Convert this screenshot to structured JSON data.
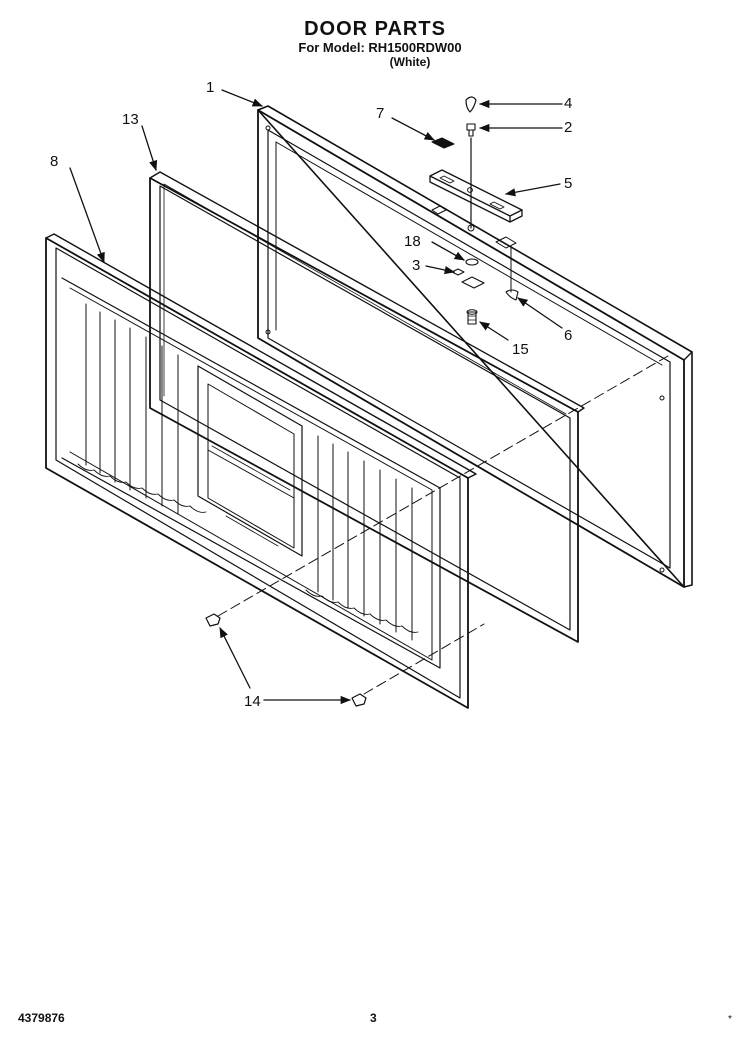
{
  "header": {
    "title": "DOOR PARTS",
    "model_line": "For Model: RH1500RDW00",
    "color_line": "(White)"
  },
  "callouts": {
    "c1": "1",
    "c2": "2",
    "c3": "3",
    "c4": "4",
    "c5": "5",
    "c6": "6",
    "c7": "7",
    "c8": "8",
    "c13": "13",
    "c14": "14",
    "c15": "15",
    "c18": "18"
  },
  "footer": {
    "part_number": "4379876",
    "page_number": "3",
    "mark": "*"
  },
  "colors": {
    "ink": "#111111",
    "paper": "#ffffff"
  }
}
